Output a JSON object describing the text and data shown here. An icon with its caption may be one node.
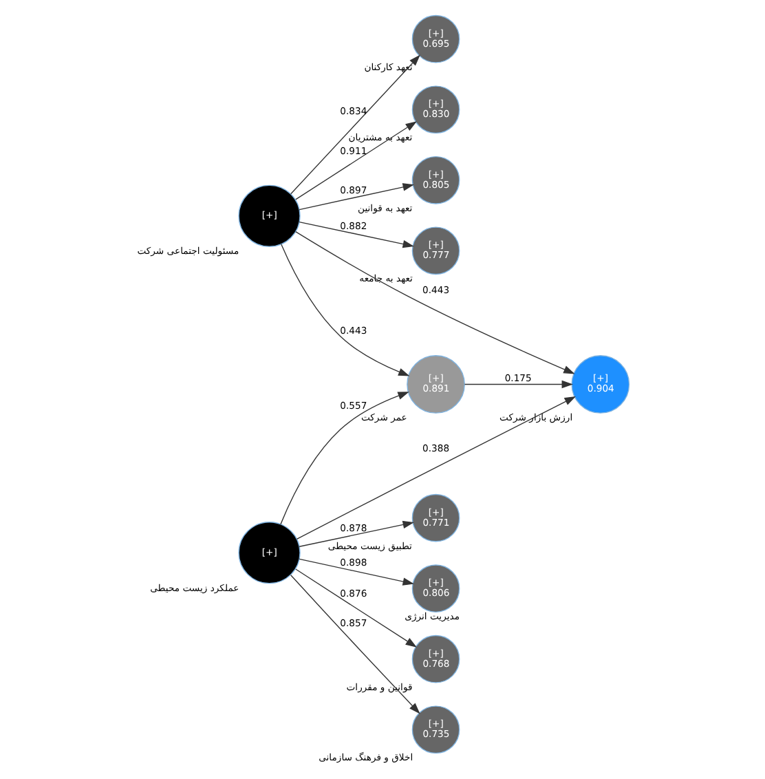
{
  "diagram": {
    "nodes": [
      {
        "text": [
          "[+]"
        ],
        "beside": [
          "مسئولیت اجتماعی شرکت"
        ]
      },
      {
        "text": [
          "[+]",
          "0.695"
        ],
        "beside": [
          "تعهد کارکنان"
        ]
      },
      {
        "text": [
          "[+]",
          "0.830"
        ],
        "beside": [
          "تعهد به مشتریان"
        ]
      },
      {
        "text": [
          "[+]",
          "0.805"
        ],
        "beside": [
          "تعهد به قوانین"
        ]
      },
      {
        "text": [
          "[+]",
          "0.777"
        ],
        "beside": [
          "تعهد به جامعه"
        ]
      },
      {
        "text": [
          "[+]",
          "0.891"
        ],
        "beside": [
          "عمر شرکت"
        ]
      },
      {
        "text": [
          "[+]",
          "0.904"
        ],
        "beside": [
          "ارزش بازار شرکت"
        ]
      },
      {
        "text": [
          "[+]"
        ],
        "beside": [
          "عملکرد زیست محیطی"
        ]
      },
      {
        "text": [
          "[+]",
          "0.771"
        ],
        "beside": [
          "تطبیق زیست محیطی"
        ]
      },
      {
        "text": [
          "[+]",
          "0.806"
        ],
        "beside": [
          "مدیریت انرژی"
        ]
      },
      {
        "text": [
          "[+]",
          "0.768"
        ],
        "beside": [
          "قوانین و مقررات"
        ]
      },
      {
        "text": [
          "[+]",
          "0.735"
        ],
        "beside": [
          "اخلاق و فرهنگ سازمانی"
        ]
      }
    ],
    "edges": [
      {
        "from": 0,
        "to": 1,
        "arrow": "to",
        "label": "0.834"
      },
      {
        "from": 0,
        "to": 2,
        "arrow": "to",
        "label": "0.911"
      },
      {
        "from": 0,
        "to": 3,
        "arrow": "to",
        "label": "0.897"
      },
      {
        "from": 0,
        "to": 4,
        "arrow": "to",
        "label": "0.882"
      },
      {
        "from": 0,
        "to": 5,
        "arrow": "to",
        "label": "0.443"
      },
      {
        "from": 0,
        "to": 6,
        "arrow": "to",
        "label": "0.443"
      },
      {
        "from": 5,
        "to": 6,
        "arrow": "to",
        "label": "0.175"
      },
      {
        "from": 7,
        "to": 5,
        "arrow": "to",
        "label": "0.557"
      },
      {
        "from": 7,
        "to": 6,
        "arrow": "to",
        "label": "0.388"
      },
      {
        "from": 7,
        "to": 8,
        "arrow": "to",
        "label": "0.878"
      },
      {
        "from": 7,
        "to": 9,
        "arrow": "to",
        "label": "0.898"
      },
      {
        "from": 7,
        "to": 10,
        "arrow": "to",
        "label": "0.876"
      },
      {
        "from": 7,
        "to": 11,
        "arrow": "to",
        "label": "0.857"
      }
    ]
  }
}
